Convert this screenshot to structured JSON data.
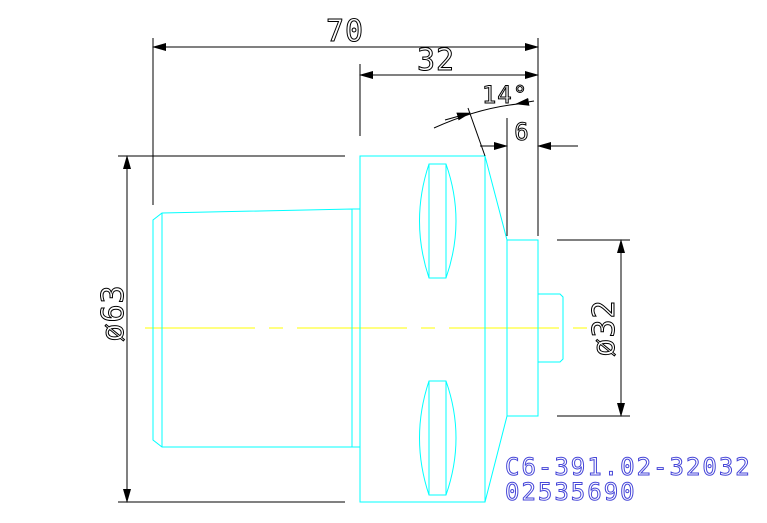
{
  "dimensions": {
    "overall_length": "70",
    "head_length": "32",
    "taper_angle": "14°",
    "nose_length": "6",
    "shank_diameter": "ø63",
    "nose_diameter": "ø32"
  },
  "part_code": {
    "line1": "C6-391.02-32032",
    "line2": "02535690"
  },
  "colors": {
    "background": "#ffffff",
    "part_outline": "#00ffff",
    "dimension_lines": "#000000",
    "centerline": "#ffff00",
    "part_code_text": "#4646d8"
  }
}
